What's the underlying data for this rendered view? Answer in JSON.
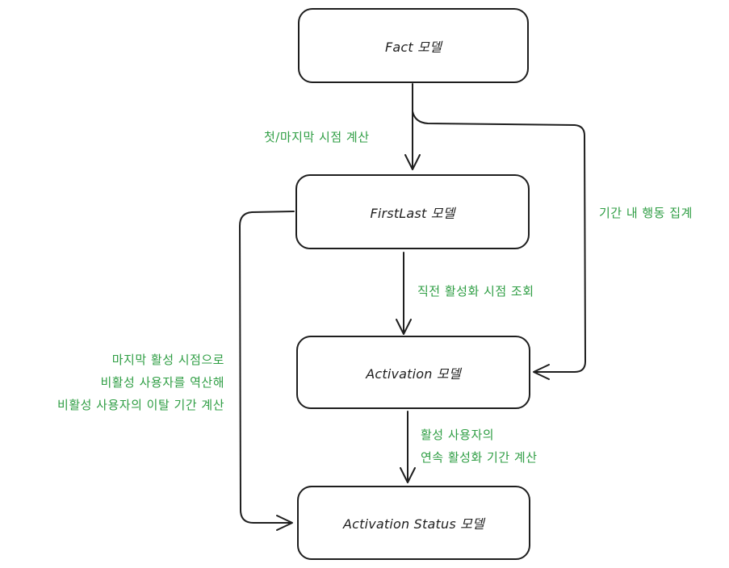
{
  "nodes": {
    "fact": "Fact 모델",
    "firstlast": "FirstLast 모델",
    "activation": "Activation 모델",
    "status": "Activation Status 모델"
  },
  "edges": {
    "fact_to_firstlast": "첫/마지막 시점 계산",
    "fact_to_activation": "기간 내 행동 집계",
    "firstlast_to_activation": "직전 활성화 시점 조회",
    "firstlast_to_status": [
      "마지막 활성 시점으로",
      "비활성 사용자를 역산해",
      "비활성 사용자의 이탈 기간 계산"
    ],
    "activation_to_status": [
      "활성 사용자의",
      "연속 활성화 기간 계산"
    ]
  },
  "colors": {
    "stroke": "#1e1e1e",
    "label": "#2f9e44",
    "background": "#ffffff"
  }
}
